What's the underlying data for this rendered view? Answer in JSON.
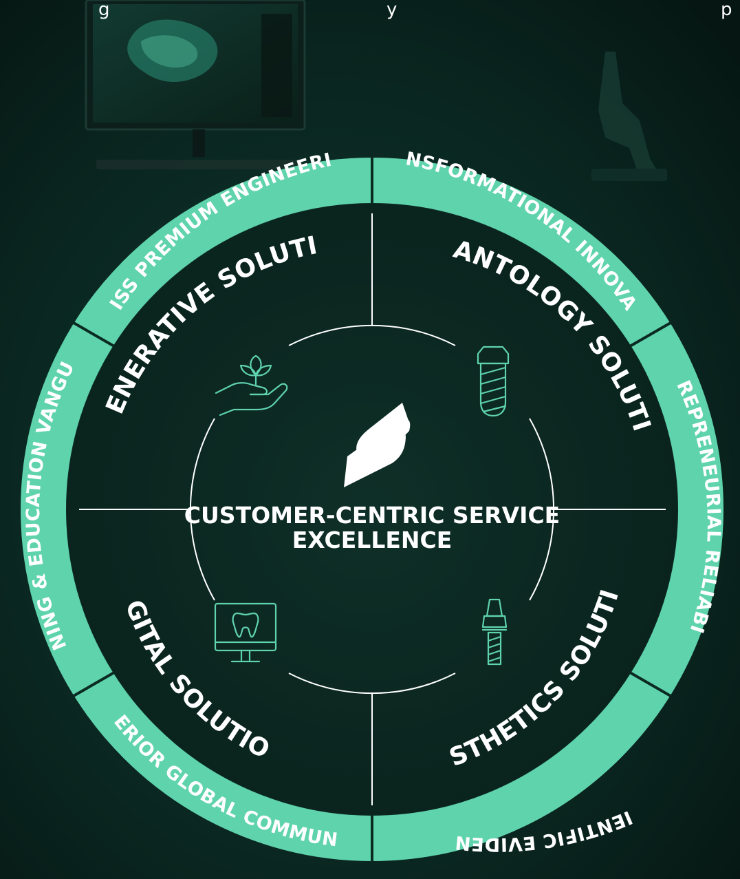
{
  "caption_left": "g",
  "caption_right": "y",
  "caption_far_right": "p",
  "center": {
    "line1": "CUSTOMER-CENTRIC SERVICE",
    "line2": "EXCELLENCE"
  },
  "quadrants": {
    "top_left": "REGENERATIVE SOLUTIONS",
    "top_right": "IMPLANTOLOGY SOLUTIONS",
    "bottom_left": "DIGITAL SOLUTIONS",
    "bottom_right": "PROSTHETICS SOLUTIONS"
  },
  "ring": {
    "swiss": "SWISS PREMIUM ENGINEERING",
    "transformational": "TRANSFORMATIONAL INNOVATION",
    "entrepreneurial": "ENTREPRENEURIAL RELIABILITY",
    "scientific": "SCIENTIFIC EVIDENCE",
    "superior": "SUPERIOR GLOBAL COMMUNITY",
    "training": "TRAINING & EDUCATION VANGUARD"
  },
  "icons": {
    "regenerative": "plant-in-hand-icon",
    "implantology": "dental-implant-icon",
    "digital": "tooth-monitor-icon",
    "prosthetics": "abutment-icon",
    "logo": "brand-logo"
  },
  "colors": {
    "ring": "#5fd3ac",
    "background": "#0b2a22",
    "text": "#ffffff"
  }
}
